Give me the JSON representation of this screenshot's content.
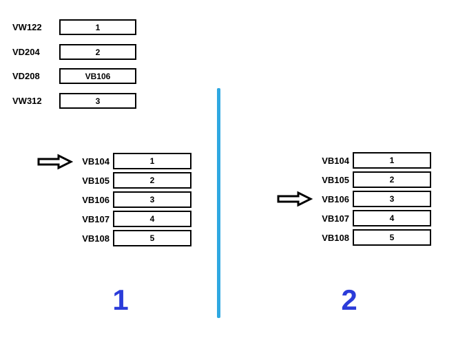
{
  "colors": {
    "divider": "#2fa8e1",
    "bignum": "#2b3cd9"
  },
  "icons": {
    "pointer": "block-arrow-right"
  },
  "pointers": {
    "rows": [
      {
        "label": "VW122",
        "value": "1"
      },
      {
        "label": "VD204",
        "value": "2"
      },
      {
        "label": "VD208",
        "value": "VB106"
      },
      {
        "label": "VW312",
        "value": "3"
      }
    ]
  },
  "panel1": {
    "big_label": "1",
    "rows": [
      {
        "label": "VB104",
        "value": "1"
      },
      {
        "label": "VB105",
        "value": "2"
      },
      {
        "label": "VB106",
        "value": "3"
      },
      {
        "label": "VB107",
        "value": "4"
      },
      {
        "label": "VB108",
        "value": "5"
      }
    ]
  },
  "panel2": {
    "big_label": "2",
    "rows": [
      {
        "label": "VB104",
        "value": "1"
      },
      {
        "label": "VB105",
        "value": "2"
      },
      {
        "label": "VB106",
        "value": "3"
      },
      {
        "label": "VB107",
        "value": "4"
      },
      {
        "label": "VB108",
        "value": "5"
      }
    ]
  }
}
